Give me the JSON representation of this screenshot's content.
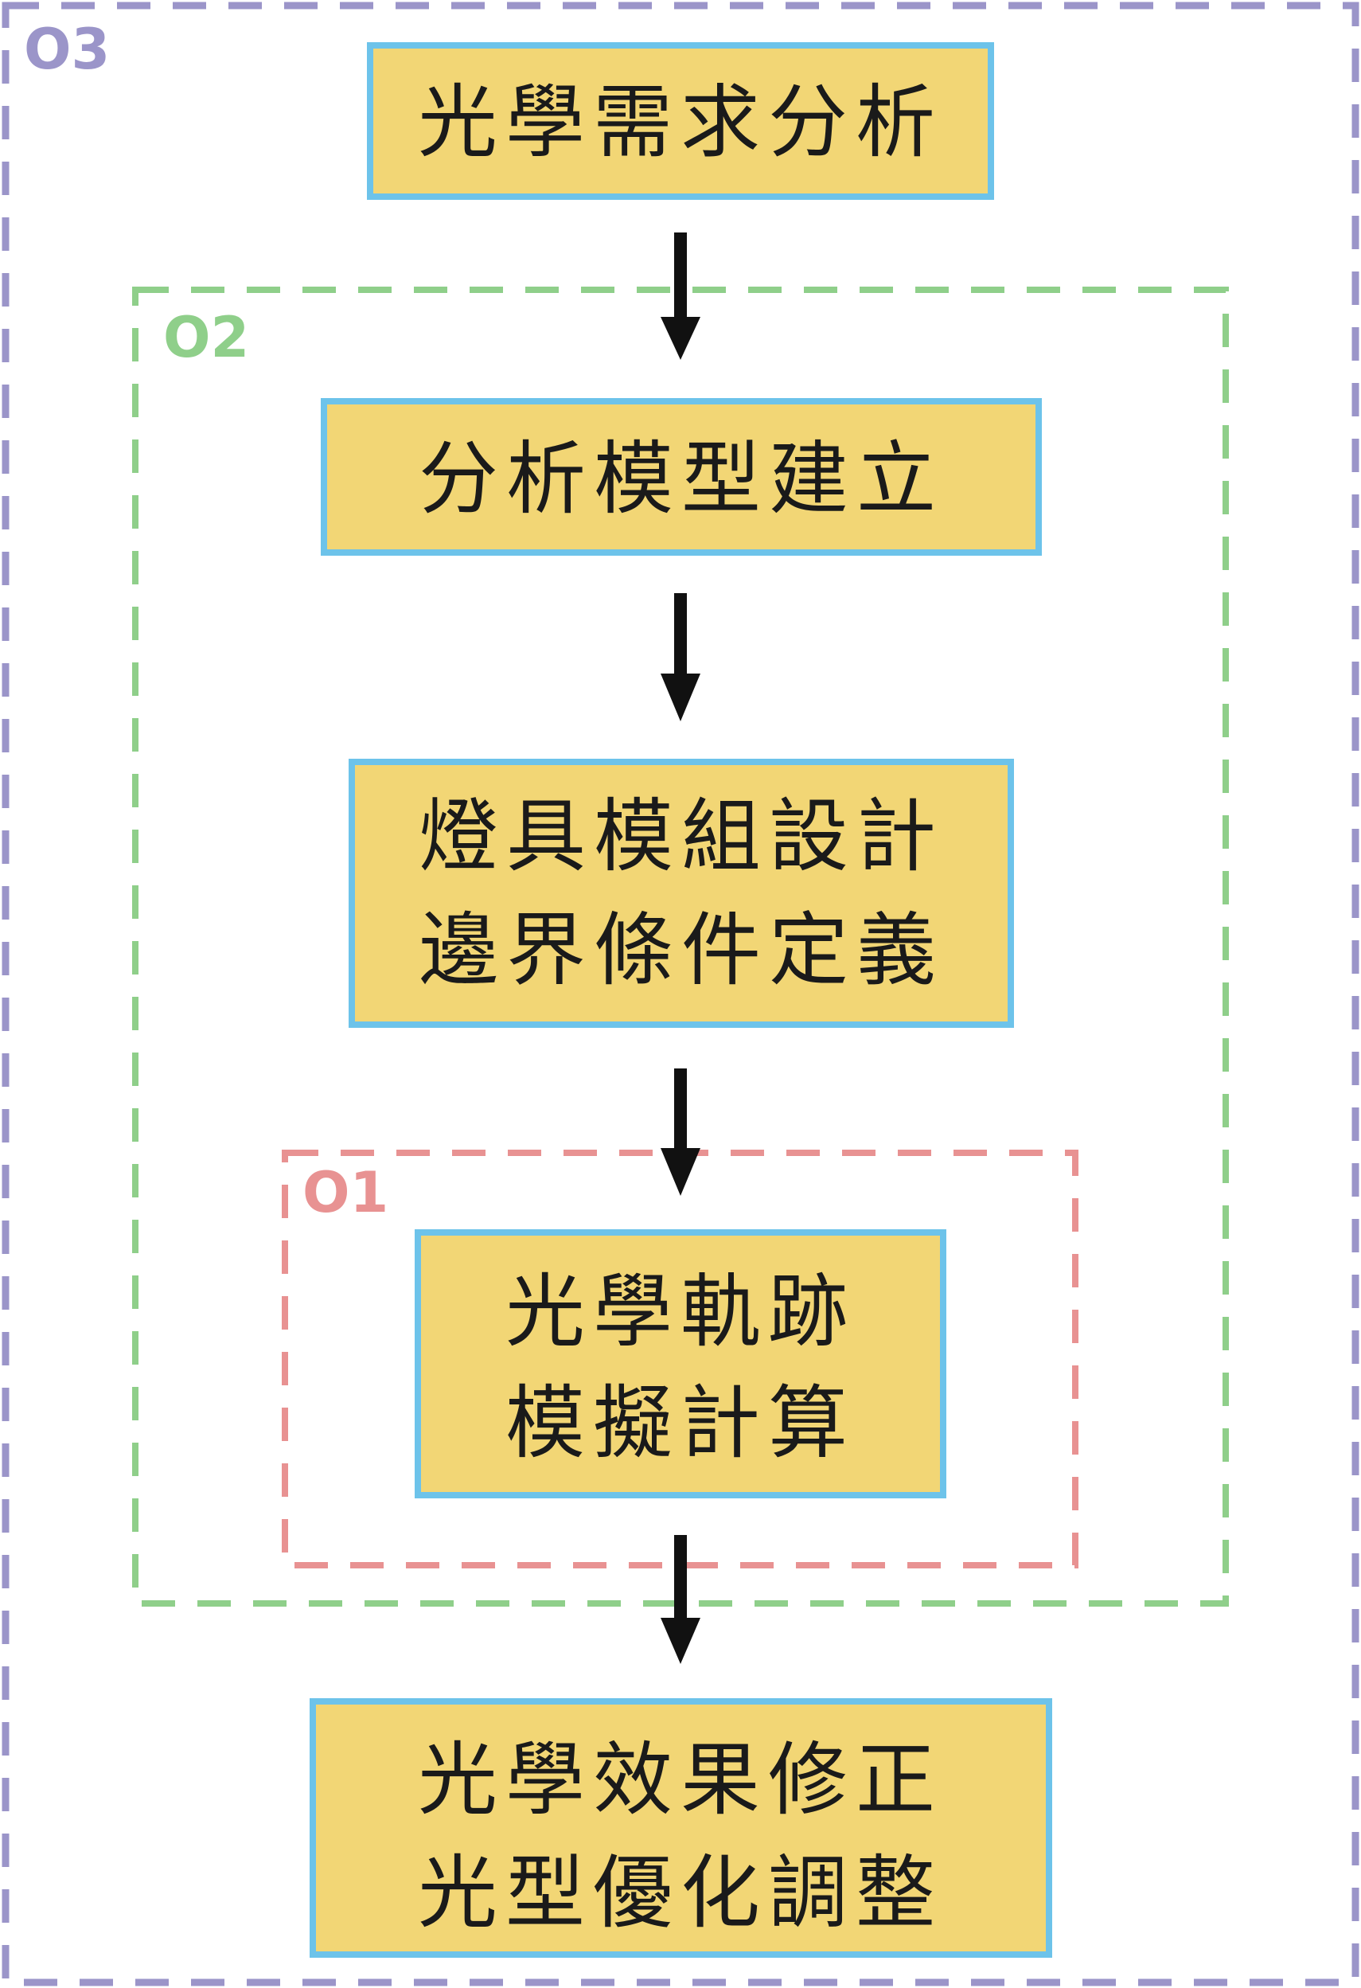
{
  "groups": [
    {
      "id": "o3",
      "label": "O3",
      "color": "#9b95c9"
    },
    {
      "id": "o2",
      "label": "O2",
      "color": "#8fcf8a"
    },
    {
      "id": "o1",
      "label": "O1",
      "color": "#e89292"
    }
  ],
  "boxes": [
    {
      "id": "step1",
      "lines": [
        "光學需求分析"
      ]
    },
    {
      "id": "step2",
      "lines": [
        "分析模型建立"
      ]
    },
    {
      "id": "step3",
      "lines": [
        "燈具模組設計",
        "邊界條件定義"
      ]
    },
    {
      "id": "step4",
      "lines": [
        "光學軌跡",
        "模擬計算"
      ]
    },
    {
      "id": "step5",
      "lines": [
        "光學效果修正",
        "光型優化調整"
      ]
    }
  ],
  "colors": {
    "box_fill": "#f2d675",
    "box_border": "#6dc3ea",
    "arrow": "#111111",
    "text": "#1a1a1a"
  }
}
